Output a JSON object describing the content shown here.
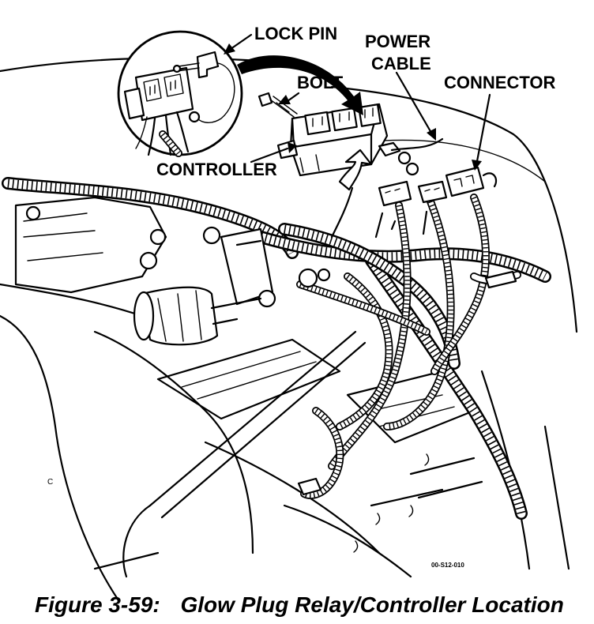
{
  "labels": {
    "lock_pin": "LOCK PIN",
    "power": "POWER",
    "cable": "CABLE",
    "bolt": "BOLT",
    "connector": "CONNECTOR",
    "controller": "CONTROLLER",
    "corner_mark": "C",
    "part_code": "00-S12-010"
  },
  "caption": {
    "figure_number": "Figure 3-59:",
    "title": "Glow Plug Relay/Controller Location"
  }
}
